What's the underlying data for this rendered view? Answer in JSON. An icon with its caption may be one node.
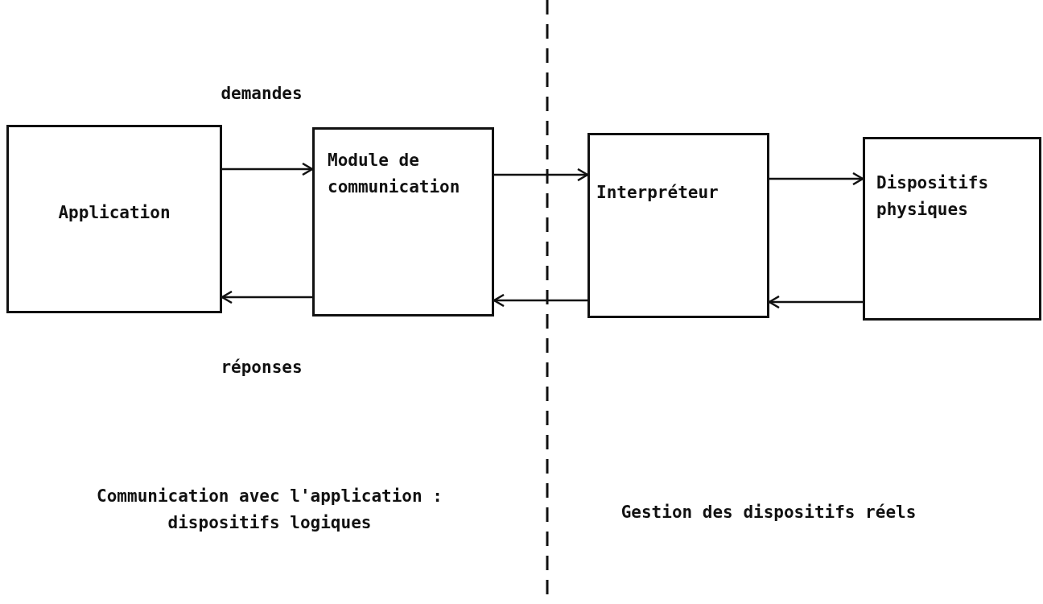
{
  "diagram": {
    "nodes": [
      {
        "text": [
          "Application"
        ]
      },
      {
        "text": [
          "Module de communication"
        ]
      },
      {
        "text": [
          "Interpréteur"
        ]
      },
      {
        "text": [
          "Dispositifs physiques"
        ]
      }
    ],
    "edges": [
      {
        "from": 0,
        "to": 1,
        "arrow": "to"
      },
      {
        "from": 1,
        "to": 0,
        "arrow": "to"
      },
      {
        "from": 1,
        "to": 2,
        "arrow": "to"
      },
      {
        "from": 2,
        "to": 1,
        "arrow": "to"
      },
      {
        "from": 2,
        "to": 3,
        "arrow": "to"
      },
      {
        "from": 3,
        "to": 2,
        "arrow": "to"
      }
    ],
    "labels": [
      "demandes",
      "réponses",
      "Communication avec l'application : dispositifs logiques",
      "Gestion des dispositifs réels"
    ]
  }
}
